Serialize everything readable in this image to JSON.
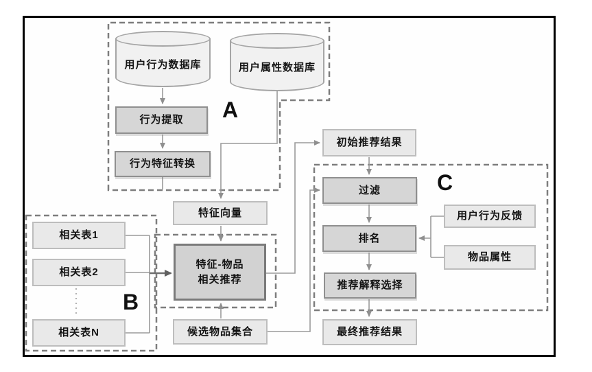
{
  "figure": {
    "type": "flowchart",
    "groups": {
      "a": {
        "label": "A"
      },
      "b": {
        "label": "B"
      },
      "c": {
        "label": "C"
      }
    },
    "nodes": {
      "user_behavior_db": {
        "label": "用户行为数据库",
        "shape": "cylinder"
      },
      "user_attribute_db": {
        "label": "用户属性数据库",
        "shape": "cylinder"
      },
      "behavior_extraction": {
        "label": "行为提取",
        "style": "process"
      },
      "behavior_feature_conversion": {
        "label": "行为特征转换",
        "style": "process"
      },
      "feature_vector": {
        "label": "特征向量",
        "style": "light"
      },
      "related_table_1": {
        "label": "相关表1",
        "style": "light"
      },
      "related_table_2": {
        "label": "相关表2",
        "style": "light"
      },
      "related_table_n": {
        "label": "相关表N",
        "style": "light"
      },
      "feature_item_recommendation": {
        "label": "特征-物品\n相关推荐",
        "style": "main"
      },
      "candidate_item_set": {
        "label": "候选物品集合",
        "style": "light"
      },
      "initial_recommendation_result": {
        "label": "初始推荐结果",
        "style": "light"
      },
      "filter": {
        "label": "过滤",
        "style": "process"
      },
      "ranking": {
        "label": "排名",
        "style": "process"
      },
      "recommendation_explanation_selection": {
        "label": "推荐解释选择",
        "style": "process"
      },
      "final_recommendation_result": {
        "label": "最终推荐结果",
        "style": "light"
      },
      "user_behavior_feedback": {
        "label": "用户行为反馈",
        "style": "light"
      },
      "item_attributes": {
        "label": "物品属性",
        "style": "light"
      }
    },
    "edges": [
      {
        "from": "user_behavior_db",
        "to": "behavior_extraction"
      },
      {
        "from": "behavior_extraction",
        "to": "behavior_feature_conversion"
      },
      {
        "from": "behavior_feature_conversion",
        "to": "group_a_border"
      },
      {
        "from": "user_attribute_db",
        "to": "feature_vector"
      },
      {
        "from": "feature_vector",
        "to": "feature_item_recommendation"
      },
      {
        "from": "related_table_1",
        "to": "feature_item_recommendation"
      },
      {
        "from": "related_table_2",
        "to": "feature_item_recommendation"
      },
      {
        "from": "related_table_n",
        "to": "feature_item_recommendation"
      },
      {
        "from": "candidate_item_set",
        "to": "feature_item_recommendation"
      },
      {
        "from": "feature_item_recommendation",
        "to": "initial_recommendation_result"
      },
      {
        "from": "candidate_item_set",
        "to": "filter"
      },
      {
        "from": "initial_recommendation_result",
        "to": "filter"
      },
      {
        "from": "filter",
        "to": "ranking"
      },
      {
        "from": "user_behavior_feedback",
        "to": "ranking"
      },
      {
        "from": "item_attributes",
        "to": "ranking"
      },
      {
        "from": "ranking",
        "to": "recommendation_explanation_selection"
      },
      {
        "from": "recommendation_explanation_selection",
        "to": "final_recommendation_result"
      }
    ],
    "colors": {
      "frame": "#000000",
      "box_light_fill": "#e9e9e9",
      "box_light_border": "#bdbdbd",
      "box_process_fill": "#d6d6d6",
      "box_process_border": "#8f8f8f",
      "box_main_fill": "#d2d2d2",
      "box_main_border": "#7a7a7a",
      "cylinder_fill": "#f1f1f1",
      "cylinder_border": "#a5a5a5",
      "connector": "#9a9a9a",
      "dashed_outline": "#7d7d7d",
      "text": "#141414"
    }
  }
}
